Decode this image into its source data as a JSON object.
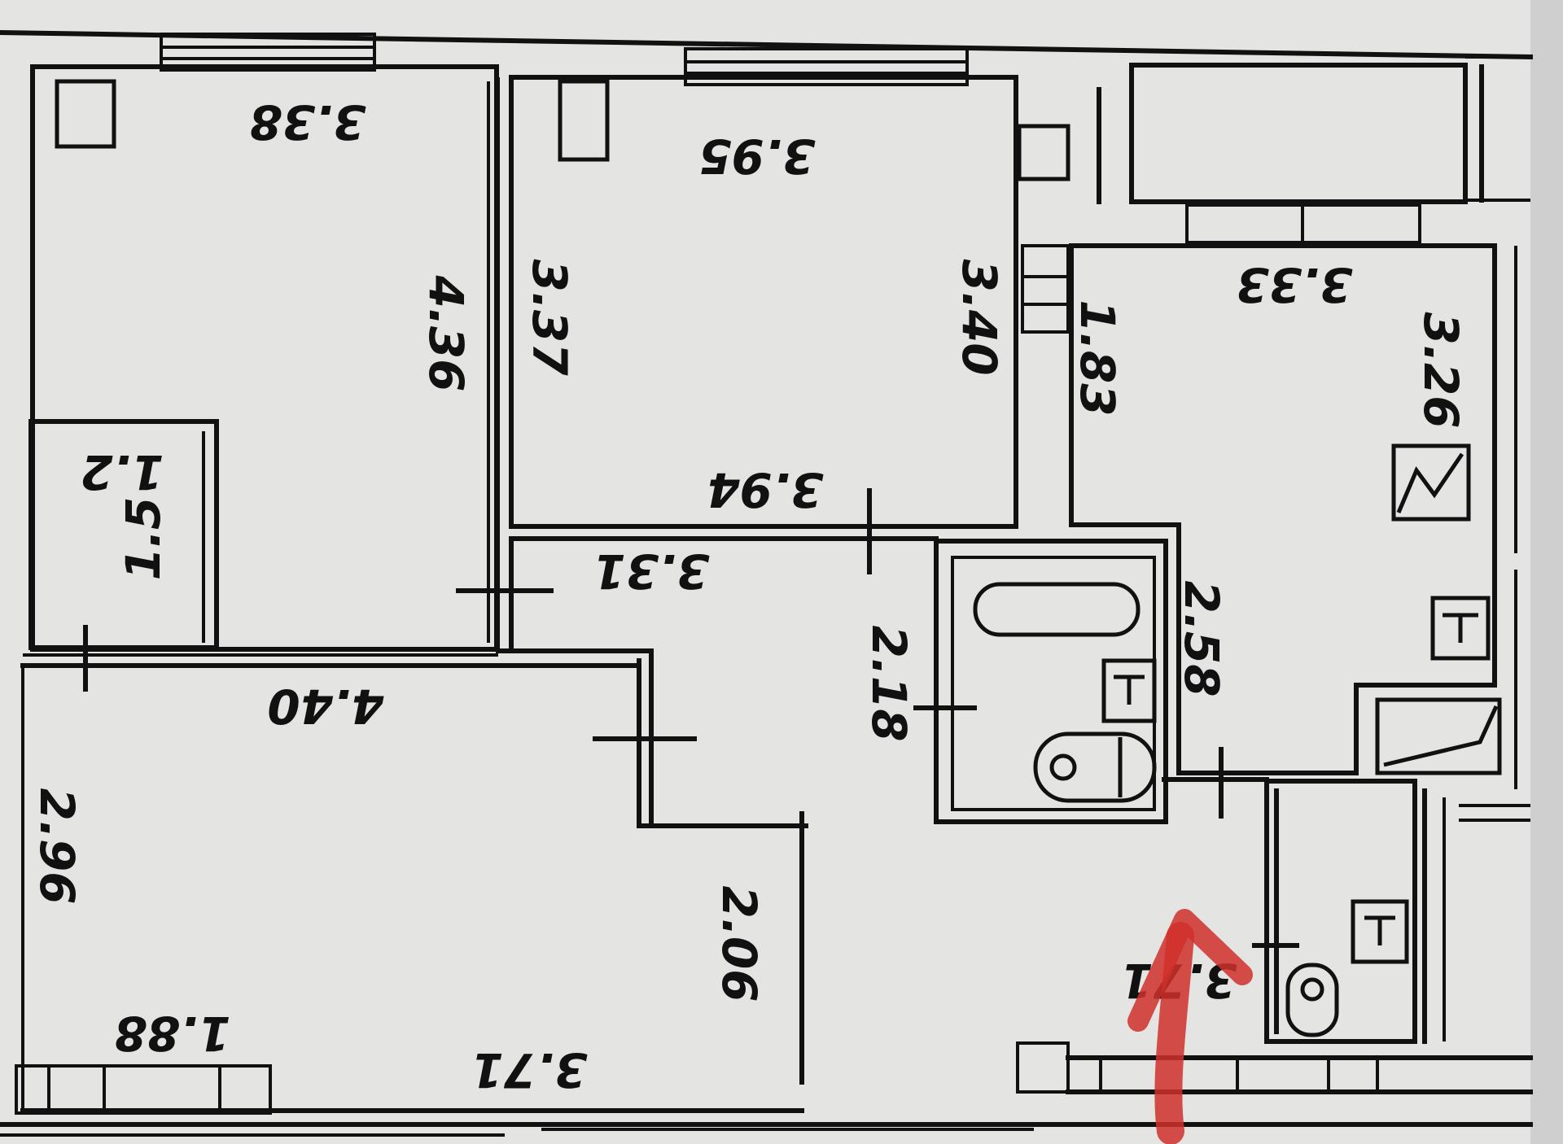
{
  "colors": {
    "paper": "#e4e4e2",
    "ink": "#111111",
    "arrow": "#d0302c"
  },
  "dimensions": {
    "room_1_width": "3.38",
    "room_1_length": "4.36",
    "closet_width": "1.2",
    "closet_length": "1.5",
    "room_2_width_top": "3.95",
    "room_2_length_left": "3.37",
    "room_2_length_right": "3.40",
    "room_2_width_bottom": "3.94",
    "hall_length": "3.31",
    "kitchen_width": "3.33",
    "kitchen_length": "3.26",
    "kitchen_side": "1.83",
    "bath_length": "2.58",
    "bath_width": "2.18",
    "room_3_width": "4.40",
    "room_3_length": "2.96",
    "room_3_side": "2.06",
    "room_3_bottom": "3.71",
    "room_3_niche": "1.88",
    "entry_length": "3.71"
  },
  "icons": {
    "stove": "stove-icon",
    "arrow": "entrance-arrow-icon"
  }
}
